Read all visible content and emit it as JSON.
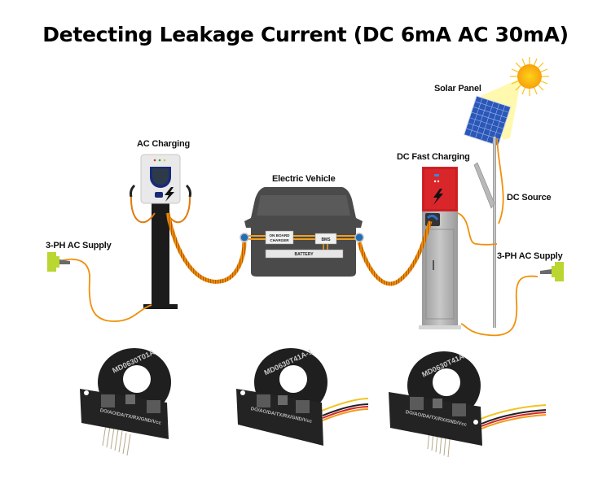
{
  "title": "Detecting Leakage Current (DC 6mA AC 30mA)",
  "labels": {
    "ac_charging": "AC Charging",
    "electric_vehicle": "Electric Vehicle",
    "dc_fast_charging": "DC Fast Charging",
    "solar_panel": "Solar Panel",
    "dc_source": "DC Source",
    "ac_supply_left": "3-PH AC Supply",
    "ac_supply_right": "3-PH AC Supply"
  },
  "vehicle": {
    "on_board_charger_line1": "ON BOARD",
    "on_board_charger_line2": "CHARGER",
    "bms": "BMS",
    "battery": "BATTERY"
  },
  "sensors": [
    {
      "model": "MD0630T01A",
      "pins": "DO/AO/DA/TX/RX/GND/Vcc",
      "connector": "pins"
    },
    {
      "model": "MD0630T41A-1",
      "pins": "DO/AO/DA/TX/RX/GND/Vcc",
      "connector": "wires"
    },
    {
      "model": "MD0630T41A",
      "pins": "DO/AO/DA/TX/RX/GND/Vcc",
      "connector": "pins+wires"
    }
  ],
  "colors": {
    "cable": "#f0900a",
    "plug": "#b9d631",
    "dc_charger_red": "#d8262a",
    "car_body": "#4a4a4a",
    "sensor_body": "#1f1f1f",
    "solar_blue": "#2f63c9",
    "sun": "#fbb40f"
  }
}
